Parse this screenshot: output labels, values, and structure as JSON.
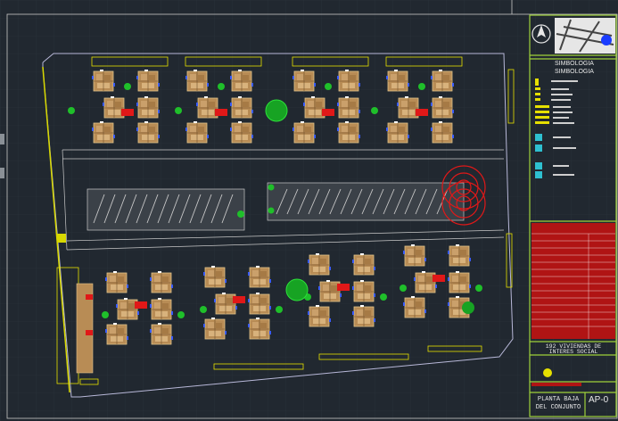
{
  "drawing": {
    "simbologia_label_1": "SIMBOLOGIA",
    "simbologia_label_2": "SIMBOLOGIA",
    "project_title_line1": "192 VIVIENDAS DE",
    "project_title_line2": "INTERES SOCIAL",
    "plan_title_line1": "PLANTA BAJA",
    "plan_title_line2": "DEL CONJUNTO",
    "sheet_number": "AP-0"
  },
  "colors": {
    "background": "#212830",
    "frame": "#9fd13a",
    "building": "#d4a86a",
    "accent_red": "#e01818",
    "tree_green": "#1fbf2a",
    "line_gray": "#c8c8c8",
    "label_yellow": "#e6e000"
  },
  "icons": [
    "north-arrow-icon",
    "location-map-icon",
    "side-toolbar-icon"
  ]
}
